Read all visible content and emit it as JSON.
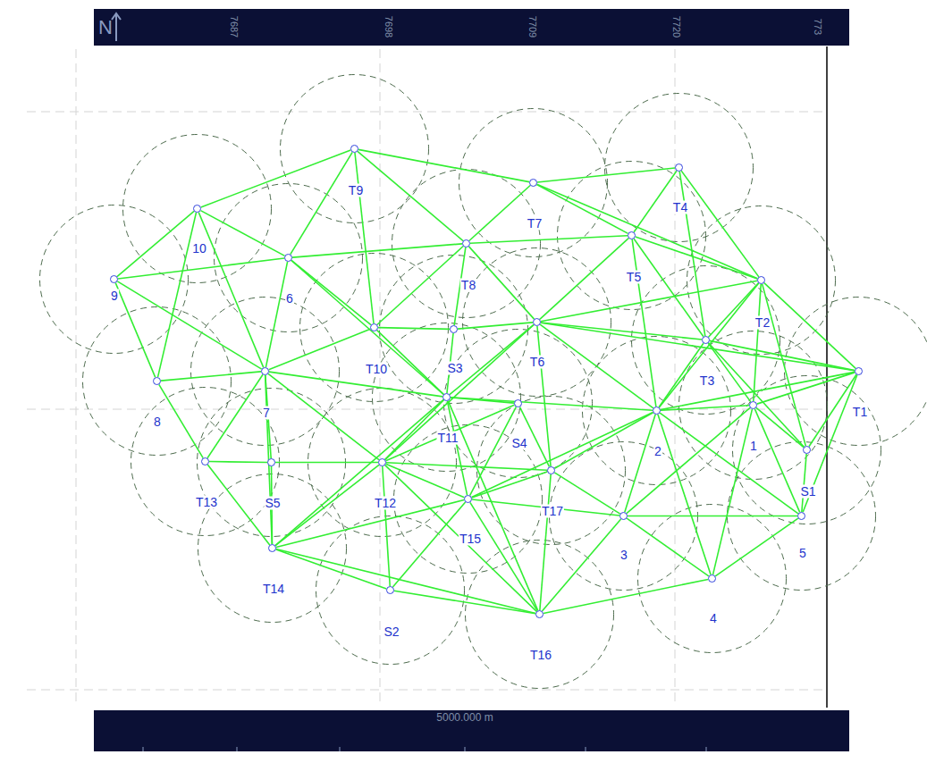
{
  "diagram": {
    "nodes": [
      {
        "text": [
          "T9"
        ]
      },
      {
        "text": [
          "T4"
        ]
      },
      {
        "text": [
          "T7"
        ]
      },
      {
        "text": [
          "10"
        ]
      },
      {
        "text": [
          "T5"
        ]
      },
      {
        "text": [
          "T8"
        ]
      },
      {
        "text": [
          "6"
        ]
      },
      {
        "text": [
          "9"
        ]
      },
      {
        "text": [
          "T2"
        ]
      },
      {
        "text": [
          "T6"
        ]
      },
      {
        "text": [
          "T10"
        ]
      },
      {
        "text": [
          "S3"
        ]
      },
      {
        "text": [
          "T3"
        ]
      },
      {
        "text": [
          "T1"
        ]
      },
      {
        "text": [
          "7"
        ]
      },
      {
        "text": [
          "8"
        ]
      },
      {
        "text": [
          "T11"
        ]
      },
      {
        "text": [
          "1"
        ]
      },
      {
        "text": [
          "S4"
        ]
      },
      {
        "text": [
          "2"
        ]
      },
      {
        "text": [
          "S1"
        ]
      },
      {
        "text": [
          "T13"
        ]
      },
      {
        "text": [
          "S5"
        ]
      },
      {
        "text": [
          "T12"
        ]
      },
      {
        "text": [
          "T17"
        ]
      },
      {
        "text": [
          "T15"
        ]
      },
      {
        "text": [
          "3"
        ]
      },
      {
        "text": [
          "5"
        ]
      },
      {
        "text": [
          "T14"
        ]
      },
      {
        "text": [
          "4"
        ]
      },
      {
        "text": [
          "S2"
        ]
      },
      {
        "text": [
          "T16"
        ]
      }
    ],
    "edges": [
      {
        "from": 7,
        "to": 3,
        "arrow": "none"
      },
      {
        "from": 7,
        "to": 6,
        "arrow": "none"
      },
      {
        "from": 7,
        "to": 15,
        "arrow": "none"
      },
      {
        "from": 7,
        "to": 14,
        "arrow": "none"
      },
      {
        "from": 3,
        "to": 0,
        "arrow": "none"
      },
      {
        "from": 3,
        "to": 6,
        "arrow": "none"
      },
      {
        "from": 3,
        "to": 14,
        "arrow": "none"
      },
      {
        "from": 3,
        "to": 15,
        "arrow": "none"
      },
      {
        "from": 0,
        "to": 6,
        "arrow": "none"
      },
      {
        "from": 0,
        "to": 10,
        "arrow": "none"
      },
      {
        "from": 0,
        "to": 5,
        "arrow": "none"
      },
      {
        "from": 0,
        "to": 2,
        "arrow": "none"
      },
      {
        "from": 2,
        "to": 1,
        "arrow": "none"
      },
      {
        "from": 2,
        "to": 5,
        "arrow": "none"
      },
      {
        "from": 2,
        "to": 4,
        "arrow": "none"
      },
      {
        "from": 2,
        "to": 8,
        "arrow": "none"
      },
      {
        "from": 1,
        "to": 4,
        "arrow": "none"
      },
      {
        "from": 1,
        "to": 8,
        "arrow": "none"
      },
      {
        "from": 1,
        "to": 12,
        "arrow": "none"
      },
      {
        "from": 5,
        "to": 9,
        "arrow": "none"
      },
      {
        "from": 5,
        "to": 10,
        "arrow": "none"
      },
      {
        "from": 5,
        "to": 11,
        "arrow": "none"
      },
      {
        "from": 5,
        "to": 4,
        "arrow": "none"
      },
      {
        "from": 6,
        "to": 5,
        "arrow": "none"
      },
      {
        "from": 4,
        "to": 9,
        "arrow": "none"
      },
      {
        "from": 4,
        "to": 8,
        "arrow": "none"
      },
      {
        "from": 4,
        "to": 12,
        "arrow": "none"
      },
      {
        "from": 4,
        "to": 19,
        "arrow": "none"
      },
      {
        "from": 8,
        "to": 9,
        "arrow": "none"
      },
      {
        "from": 8,
        "to": 12,
        "arrow": "none"
      },
      {
        "from": 8,
        "to": 17,
        "arrow": "none"
      },
      {
        "from": 8,
        "to": 13,
        "arrow": "none"
      },
      {
        "from": 8,
        "to": 20,
        "arrow": "none"
      },
      {
        "from": 8,
        "to": 19,
        "arrow": "none"
      },
      {
        "from": 6,
        "to": 10,
        "arrow": "none"
      },
      {
        "from": 6,
        "to": 14,
        "arrow": "none"
      },
      {
        "from": 6,
        "to": 16,
        "arrow": "none"
      },
      {
        "from": 10,
        "to": 11,
        "arrow": "none"
      },
      {
        "from": 10,
        "to": 16,
        "arrow": "none"
      },
      {
        "from": 10,
        "to": 14,
        "arrow": "none"
      },
      {
        "from": 11,
        "to": 9,
        "arrow": "none"
      },
      {
        "from": 11,
        "to": 16,
        "arrow": "none"
      },
      {
        "from": 9,
        "to": 16,
        "arrow": "none"
      },
      {
        "from": 9,
        "to": 23,
        "arrow": "none"
      },
      {
        "from": 9,
        "to": 19,
        "arrow": "none"
      },
      {
        "from": 9,
        "to": 12,
        "arrow": "none"
      },
      {
        "from": 9,
        "to": 24,
        "arrow": "none"
      },
      {
        "from": 9,
        "to": 13,
        "arrow": "none"
      },
      {
        "from": 12,
        "to": 19,
        "arrow": "none"
      },
      {
        "from": 12,
        "to": 17,
        "arrow": "none"
      },
      {
        "from": 12,
        "to": 20,
        "arrow": "none"
      },
      {
        "from": 12,
        "to": 13,
        "arrow": "none"
      },
      {
        "from": 13,
        "to": 17,
        "arrow": "none"
      },
      {
        "from": 13,
        "to": 20,
        "arrow": "none"
      },
      {
        "from": 13,
        "to": 19,
        "arrow": "none"
      },
      {
        "from": 13,
        "to": 27,
        "arrow": "none"
      },
      {
        "from": 14,
        "to": 15,
        "arrow": "none"
      },
      {
        "from": 14,
        "to": 21,
        "arrow": "none"
      },
      {
        "from": 14,
        "to": 22,
        "arrow": "none"
      },
      {
        "from": 14,
        "to": 16,
        "arrow": "none"
      },
      {
        "from": 14,
        "to": 23,
        "arrow": "none"
      },
      {
        "from": 14,
        "to": 28,
        "arrow": "none"
      },
      {
        "from": 15,
        "to": 21,
        "arrow": "none"
      },
      {
        "from": 16,
        "to": 23,
        "arrow": "none"
      },
      {
        "from": 16,
        "to": 18,
        "arrow": "none"
      },
      {
        "from": 16,
        "to": 25,
        "arrow": "none"
      },
      {
        "from": 16,
        "to": 19,
        "arrow": "none"
      },
      {
        "from": 16,
        "to": 28,
        "arrow": "none"
      },
      {
        "from": 16,
        "to": 31,
        "arrow": "none"
      },
      {
        "from": 18,
        "to": 24,
        "arrow": "none"
      },
      {
        "from": 18,
        "to": 23,
        "arrow": "none"
      },
      {
        "from": 18,
        "to": 25,
        "arrow": "none"
      },
      {
        "from": 19,
        "to": 17,
        "arrow": "none"
      },
      {
        "from": 19,
        "to": 24,
        "arrow": "none"
      },
      {
        "from": 19,
        "to": 26,
        "arrow": "none"
      },
      {
        "from": 19,
        "to": 29,
        "arrow": "none"
      },
      {
        "from": 19,
        "to": 27,
        "arrow": "none"
      },
      {
        "from": 19,
        "to": 25,
        "arrow": "none"
      },
      {
        "from": 17,
        "to": 20,
        "arrow": "none"
      },
      {
        "from": 17,
        "to": 27,
        "arrow": "none"
      },
      {
        "from": 17,
        "to": 29,
        "arrow": "none"
      },
      {
        "from": 17,
        "to": 26,
        "arrow": "none"
      },
      {
        "from": 20,
        "to": 27,
        "arrow": "none"
      },
      {
        "from": 21,
        "to": 22,
        "arrow": "none"
      },
      {
        "from": 21,
        "to": 28,
        "arrow": "none"
      },
      {
        "from": 22,
        "to": 23,
        "arrow": "none"
      },
      {
        "from": 22,
        "to": 28,
        "arrow": "none"
      },
      {
        "from": 23,
        "to": 25,
        "arrow": "none"
      },
      {
        "from": 23,
        "to": 24,
        "arrow": "none"
      },
      {
        "from": 23,
        "to": 28,
        "arrow": "none"
      },
      {
        "from": 23,
        "to": 30,
        "arrow": "none"
      },
      {
        "from": 23,
        "to": 31,
        "arrow": "none"
      },
      {
        "from": 24,
        "to": 25,
        "arrow": "none"
      },
      {
        "from": 24,
        "to": 31,
        "arrow": "none"
      },
      {
        "from": 24,
        "to": 26,
        "arrow": "none"
      },
      {
        "from": 25,
        "to": 26,
        "arrow": "none"
      },
      {
        "from": 25,
        "to": 28,
        "arrow": "none"
      },
      {
        "from": 25,
        "to": 30,
        "arrow": "none"
      },
      {
        "from": 25,
        "to": 31,
        "arrow": "none"
      },
      {
        "from": 26,
        "to": 27,
        "arrow": "none"
      },
      {
        "from": 26,
        "to": 31,
        "arrow": "none"
      },
      {
        "from": 26,
        "to": 29,
        "arrow": "none"
      },
      {
        "from": 27,
        "to": 29,
        "arrow": "none"
      },
      {
        "from": 28,
        "to": 30,
        "arrow": "none"
      },
      {
        "from": 28,
        "to": 31,
        "arrow": "none"
      },
      {
        "from": 30,
        "to": 31,
        "arrow": "none"
      },
      {
        "from": 31,
        "to": 29,
        "arrow": "none"
      }
    ],
    "labels": [
      "N",
      "7687",
      "7698",
      "7709",
      "7720",
      "773",
      "5000.000 m"
    ]
  }
}
